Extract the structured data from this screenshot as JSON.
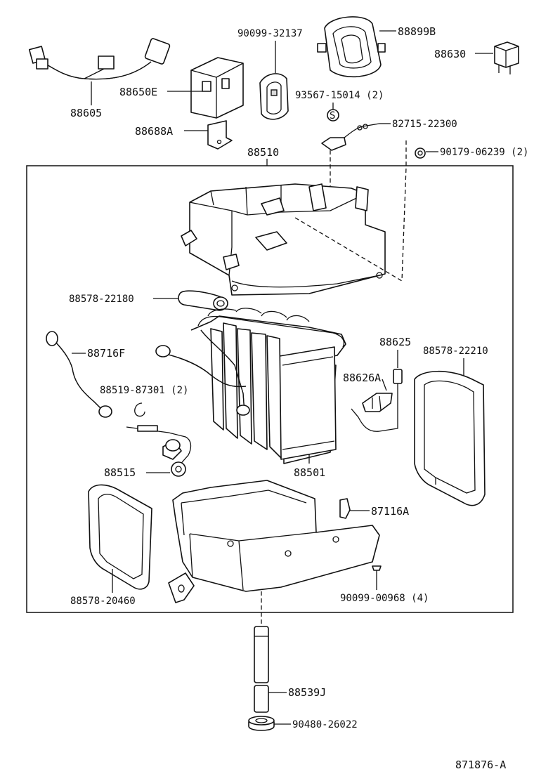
{
  "diagram": {
    "figure_number": "871876-A",
    "labels": {
      "p88605": "88605",
      "p88650e": "88650E",
      "p88688a": "88688A",
      "p90099_32137": "90099-32137",
      "p88899b": "88899B",
      "p88630": "88630",
      "p93567": "93567-15014 (2)",
      "p82715": "82715-22300",
      "p88510": "88510",
      "p90179": "90179-06239 (2)",
      "p88578_22180": "88578-22180",
      "p88716f": "88716F",
      "p88519": "88519-87301 (2)",
      "p88625": "88625",
      "p88578_22210": "88578-22210",
      "p88626a": "88626A",
      "p88515": "88515",
      "p88501": "88501",
      "p87116a": "87116A",
      "p88578_20460": "88578-20460",
      "p90099_00968": "90099-00968 (4)",
      "p88539j": "88539J",
      "p90480": "90480-26022",
      "s_marker": "S"
    }
  }
}
